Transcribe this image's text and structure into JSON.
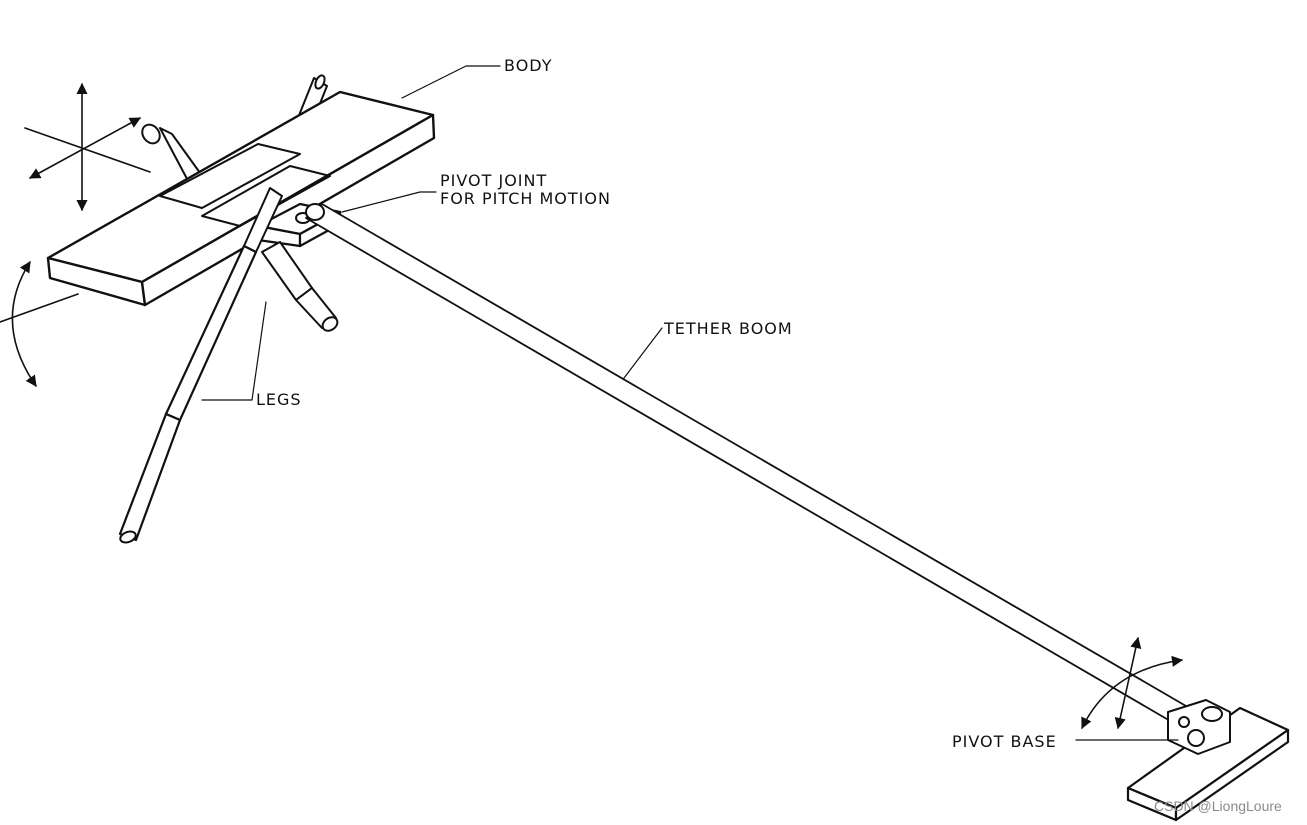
{
  "labels": {
    "body": "BODY",
    "pivot_joint_line1": "PIVOT JOINT",
    "pivot_joint_line2": "FOR PITCH MOTION",
    "tether_boom": "TETHER BOOM",
    "legs": "LEGS",
    "pivot_base": "PIVOT BASE"
  },
  "watermark": "CSDN @LiongLoure"
}
